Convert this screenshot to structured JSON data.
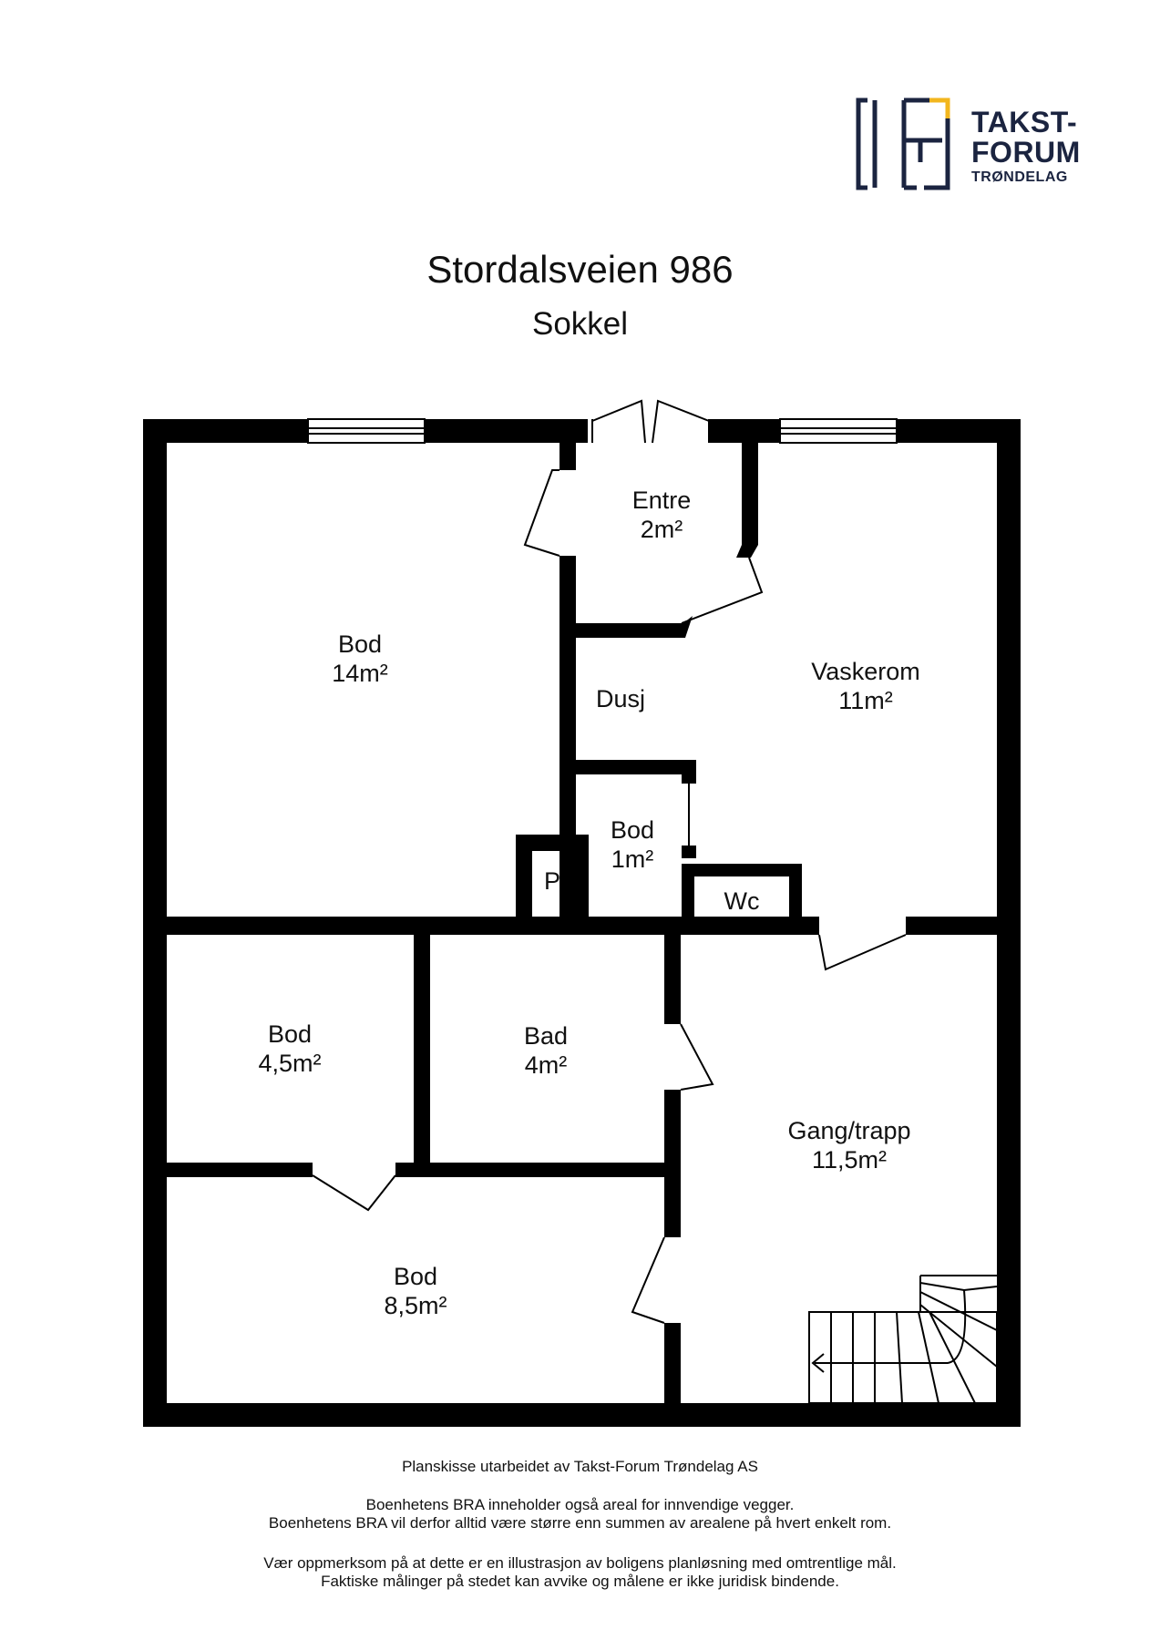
{
  "logo": {
    "line1": "TAKST-",
    "line2": "FORUM",
    "line3": "TRØNDELAG",
    "navy": "#1b2440",
    "accent": "#f2b61e"
  },
  "title": "Stordalsveien 986",
  "subtitle": "Sokkel",
  "rooms": {
    "bod_14": {
      "name": "Bod",
      "area": "14m²"
    },
    "entre": {
      "name": "Entre",
      "area": "2m²"
    },
    "vaskerom": {
      "name": "Vaskerom",
      "area": "11m²"
    },
    "dusj": {
      "name": "Dusj"
    },
    "bod_1": {
      "name": "Bod",
      "area": "1m²"
    },
    "p": {
      "name": "P"
    },
    "wc": {
      "name": "Wc"
    },
    "bod_45": {
      "name": "Bod",
      "area": "4,5m²"
    },
    "bad": {
      "name": "Bad",
      "area": "4m²"
    },
    "gang": {
      "name": "Gang/trapp",
      "area": "11,5m²"
    },
    "bod_85": {
      "name": "Bod",
      "area": "8,5m²"
    }
  },
  "footer": {
    "credit": "Planskisse utarbeidet av Takst-Forum Trøndelag AS",
    "bra1": "Boenhetens BRA inneholder også areal for innvendige vegger.",
    "bra2": "Boenhetens BRA vil derfor alltid være større enn summen av arealene på hvert enkelt rom.",
    "disc1": "Vær oppmerksom på at dette er en illustrasjon av boligens planløsning med omtrentlige mål.",
    "disc2": "Faktiske målinger på stedet kan avvike og målene er ikke juridisk bindende."
  }
}
